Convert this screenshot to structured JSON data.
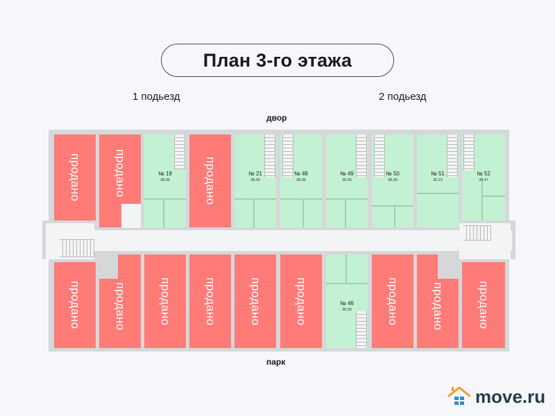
{
  "title": "План 3-го этажа",
  "entrances": [
    "1 подьезд",
    "2 подьезд"
  ],
  "sides": {
    "top": "двор",
    "bottom": "парк"
  },
  "legend_colors": {
    "sold": "#ff7b78",
    "available": "#c2f1d3",
    "wall": "#d6d7d9"
  },
  "top_row": [
    {
      "status": "sold",
      "label": "продано"
    },
    {
      "status": "sold",
      "label": "продано"
    },
    {
      "status": "available",
      "number": "№ 19",
      "area": "38,05"
    },
    {
      "status": "sold",
      "label": "продано"
    },
    {
      "status": "available",
      "number": "№ 21",
      "area": "38,05"
    },
    {
      "status": "available",
      "number": "№ 48",
      "area": "38,05"
    },
    {
      "status": "available",
      "number": "№ 49",
      "area": "38,05"
    },
    {
      "status": "available",
      "number": "№ 50",
      "area": "38,05"
    },
    {
      "status": "available",
      "number": "№ 51",
      "area": "35,23"
    },
    {
      "status": "available",
      "number": "№ 52",
      "area": "30,47"
    }
  ],
  "bottom_row": [
    {
      "status": "sold",
      "label": "продано"
    },
    {
      "status": "sold",
      "label": "продано"
    },
    {
      "status": "sold",
      "label": "продано"
    },
    {
      "status": "sold",
      "label": "продано"
    },
    {
      "status": "sold",
      "label": "продано"
    },
    {
      "status": "sold",
      "label": "продано"
    },
    {
      "status": "available",
      "number": "№ 46",
      "area": "38,05"
    },
    {
      "status": "sold",
      "label": "продано"
    },
    {
      "status": "sold",
      "label": "продано"
    },
    {
      "status": "sold",
      "label": "продано"
    }
  ],
  "brand": {
    "name": "move.ru",
    "roof_color": "#f29a2e",
    "window_color": "#2b8fd6"
  }
}
